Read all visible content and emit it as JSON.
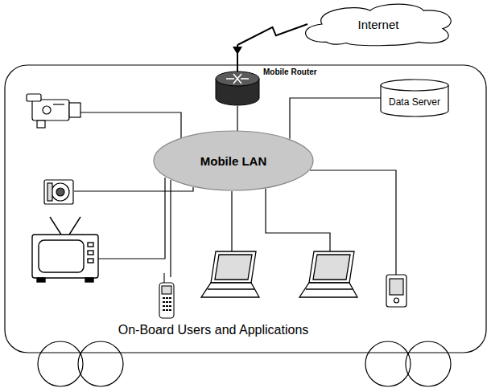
{
  "diagram": {
    "nodes": [
      {
        "text": [
          "Internet"
        ]
      },
      {
        "text": [
          "On-Board Users and Applications"
        ]
      },
      {
        "text": [
          "Mobile Router"
        ],
        "in": 1
      },
      {
        "text": [
          "Data Server"
        ],
        "in": 1
      },
      {
        "text": [
          "Mobile LAN"
        ],
        "in": 1
      }
    ],
    "edges": [
      {
        "from": 2,
        "to": 0,
        "arrow": "none"
      },
      {
        "from": 2,
        "to": 4,
        "arrow": "none"
      },
      {
        "from": 4,
        "to": 3,
        "arrow": "none"
      }
    ]
  }
}
